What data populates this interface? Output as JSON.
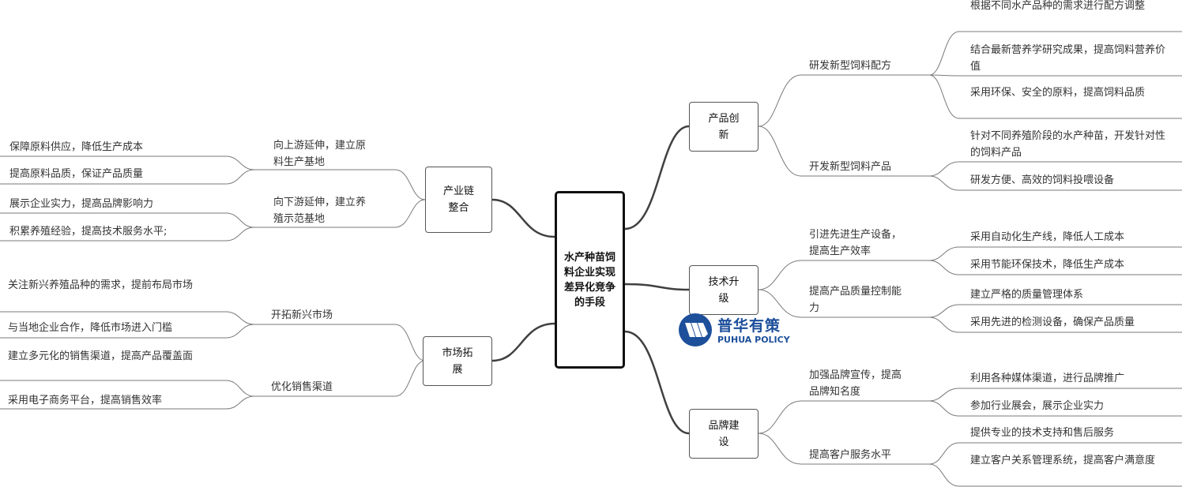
{
  "center": "水产种苗饲料企业实现差异化竞争的手段",
  "right": {
    "product": {
      "title": "产品创新",
      "a": {
        "label": "研发新型饲料配方",
        "leaves": [
          "根据不同水产品种的需求进行配方调整",
          "结合最新营养学研究成果，提高饲料营养价值",
          "采用环保、安全的原料，提高饲料品质"
        ]
      },
      "b": {
        "label": "开发新型饲料产品",
        "leaves": [
          "针对不同养殖阶段的水产种苗，开发针对性的饲料产品",
          "研发方便、高效的饲料投喂设备"
        ]
      }
    },
    "tech": {
      "title": "技术升级",
      "a": {
        "label": "引进先进生产设备，提高生产效率",
        "leaves": [
          "采用自动化生产线，降低人工成本",
          "采用节能环保技术，降低生产成本"
        ]
      },
      "b": {
        "label": "提高产品质量控制能力",
        "leaves": [
          "建立严格的质量管理体系",
          "采用先进的检测设备，确保产品质量"
        ]
      }
    },
    "brand": {
      "title": "品牌建设",
      "a": {
        "label": "加强品牌宣传，提高品牌知名度",
        "leaves": [
          "利用各种媒体渠道，进行品牌推广",
          "参加行业展会，展示企业实力"
        ]
      },
      "b": {
        "label": "提高客户服务水平",
        "leaves": [
          "提供专业的技术支持和售后服务",
          "建立客户关系管理系统，提高客户满意度"
        ]
      }
    }
  },
  "left": {
    "chain": {
      "title": "产业链整合",
      "a": {
        "label": "向上游延伸，建立原料生产基地",
        "leaves": [
          "保障原料供应，降低生产成本",
          "提高原料品质，保证产品质量"
        ]
      },
      "b": {
        "label": "向下游延伸，建立养殖示范基地",
        "leaves": [
          "展示企业实力，提高品牌影响力",
          "积累养殖经验，提高技术服务水平;"
        ]
      }
    },
    "market": {
      "title": "市场拓展",
      "a": {
        "label": "开拓新兴市场",
        "leaves": [
          "关注新兴养殖品种的需求，提前布局市场",
          "与当地企业合作，降低市场进入门槛"
        ]
      },
      "b": {
        "label": "优化销售渠道",
        "leaves": [
          "建立多元化的销售渠道，提高产品覆盖面",
          "采用电子商务平台，提高销售效率"
        ]
      }
    }
  },
  "watermark": {
    "cn": "普华有策",
    "en": "PUHUA POLICY"
  },
  "colors": {
    "line_main": "#404040",
    "line_branch": "#7a7a7a",
    "logo": "#1d4f9b"
  }
}
